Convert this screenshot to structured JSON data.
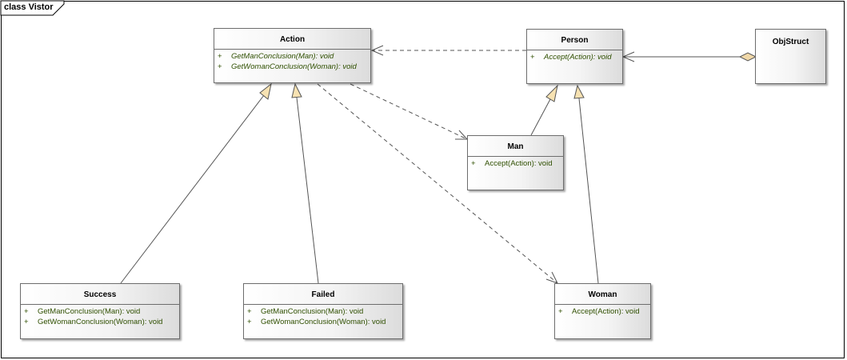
{
  "diagram": {
    "frame_title": "class Vistor"
  },
  "classes": {
    "action": {
      "name": "Action",
      "ops": [
        {
          "vis": "+",
          "sig": "GetManConclusion(Man): void"
        },
        {
          "vis": "+",
          "sig": "GetWomanConclusion(Woman): void"
        }
      ]
    },
    "person": {
      "name": "Person",
      "ops": [
        {
          "vis": "+",
          "sig": "Accept(Action): void"
        }
      ]
    },
    "objstruct": {
      "name": "ObjStruct"
    },
    "man": {
      "name": "Man",
      "ops": [
        {
          "vis": "+",
          "sig": "Accept(Action): void"
        }
      ]
    },
    "success": {
      "name": "Success",
      "ops": [
        {
          "vis": "+",
          "sig": "GetManConclusion(Man): void"
        },
        {
          "vis": "+",
          "sig": "GetWomanConclusion(Woman): void"
        }
      ]
    },
    "failed": {
      "name": "Failed",
      "ops": [
        {
          "vis": "+",
          "sig": "GetManConclusion(Man): void"
        },
        {
          "vis": "+",
          "sig": "GetWomanConclusion(Woman): void"
        }
      ]
    },
    "woman": {
      "name": "Woman",
      "ops": [
        {
          "vis": "+",
          "sig": "Accept(Action): void"
        }
      ]
    }
  },
  "relationships": [
    {
      "type": "dependency",
      "from": "Person",
      "to": "Action"
    },
    {
      "type": "aggregation",
      "from": "ObjStruct",
      "to": "Person"
    },
    {
      "type": "dependency",
      "from": "Action",
      "to": "Man"
    },
    {
      "type": "dependency",
      "from": "Action",
      "to": "Woman"
    },
    {
      "type": "generalization",
      "from": "Man",
      "to": "Person"
    },
    {
      "type": "generalization",
      "from": "Woman",
      "to": "Person"
    },
    {
      "type": "generalization",
      "from": "Success",
      "to": "Action"
    },
    {
      "type": "generalization",
      "from": "Failed",
      "to": "Action"
    }
  ],
  "colors": {
    "line": "#555555",
    "operation_text": "#2f4f00",
    "generalization_fill": "#f7e2b2",
    "aggregation_fill": "#f0d8a8"
  }
}
